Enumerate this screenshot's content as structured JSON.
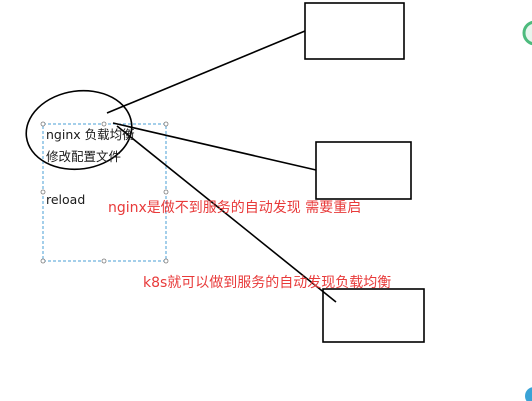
{
  "diagram": {
    "node_lines": [
      "nginx 负载均衡",
      "修改配置文件"
    ],
    "reload_label": "reload",
    "note_nginx": "nginx是做不到服务的自动发现 需要重启",
    "note_k8s": "k8s就可以做到服务的自动发现负载均衡"
  },
  "colors": {
    "note_text": "#e83a3a",
    "stroke": "#000000",
    "selection": "#4a9fd4",
    "edge_badge": "#3aa3d6"
  }
}
